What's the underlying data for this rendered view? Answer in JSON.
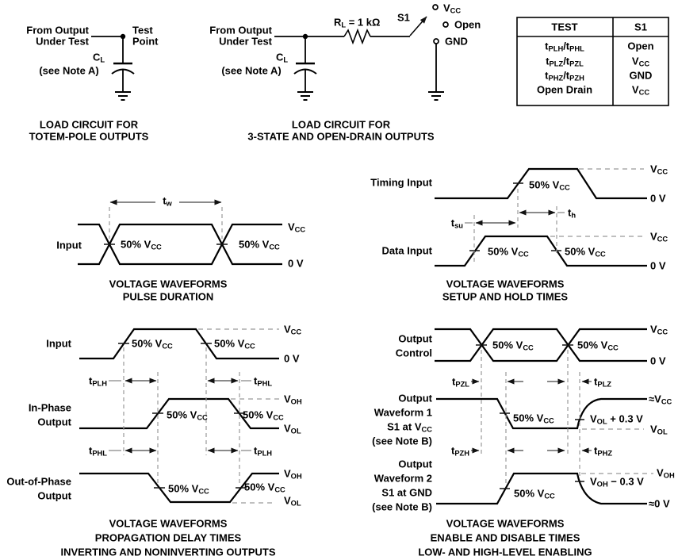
{
  "load_circuit_totem": {
    "source": [
      "From Output",
      "Under Test"
    ],
    "test_point": [
      "Test",
      "Point"
    ],
    "cap": "C_{L}",
    "cap_note": "(see Note A)",
    "caption": [
      "LOAD CIRCUIT FOR",
      "TOTEM-POLE OUTPUTS"
    ]
  },
  "load_circuit_3state": {
    "source": [
      "From Output",
      "Under Test"
    ],
    "cap": "C_{L}",
    "cap_note": "(see Note A)",
    "resistor": "R_{L} = 1 kΩ",
    "switch": "S1",
    "positions": [
      "V_{CC}",
      "Open",
      "GND"
    ],
    "caption": [
      "LOAD CIRCUIT FOR",
      "3-STATE AND OPEN-DRAIN OUTPUTS"
    ]
  },
  "s1_table": {
    "headers": [
      "TEST",
      "S1"
    ],
    "rows": [
      {
        "test": "t_{PLH}/t_{PHL}",
        "s1": "Open"
      },
      {
        "test": "t_{PLZ}/t_{PZL}",
        "s1": "V_{CC}"
      },
      {
        "test": "t_{PHZ}/t_{PZH}",
        "s1": "GND"
      },
      {
        "test": "Open Drain",
        "s1": "V_{CC}"
      }
    ]
  },
  "pulse_duration": {
    "input": "Input",
    "tw": "t_{w}",
    "fifty": [
      "50% V_{CC}",
      "50% V_{CC}"
    ],
    "vcc": "V_{CC}",
    "zero_v": "0 V",
    "caption": [
      "VOLTAGE WAVEFORMS",
      "PULSE DURATION"
    ]
  },
  "setup_hold": {
    "timing_input": "Timing Input",
    "data_input": "Data Input",
    "tsu": "t_{su}",
    "th": "t_{h}",
    "timing_fifty": "50% V_{CC}",
    "data_fifty": [
      "50% V_{CC}",
      "50% V_{CC}"
    ],
    "timing_vcc": "V_{CC}",
    "timing_zero": "0 V",
    "data_vcc": "V_{CC}",
    "data_zero": "0 V",
    "caption": [
      "VOLTAGE WAVEFORMS",
      "SETUP AND HOLD TIMES"
    ]
  },
  "prop_delay": {
    "input": "Input",
    "in_phase": [
      "In-Phase",
      "Output"
    ],
    "out_phase": [
      "Out-of-Phase",
      "Output"
    ],
    "row1": {
      "left": "t_{PLH}",
      "right": "t_{PHL}"
    },
    "row2": {
      "left": "t_{PHL}",
      "right": "t_{PLH}"
    },
    "input_fifty": [
      "50% V_{CC}",
      "50% V_{CC}"
    ],
    "in_phase_fifty": [
      "50% V_{CC}",
      "50% V_{CC}"
    ],
    "out_phase_fifty": [
      "50% V_{CC}",
      "50% V_{CC}"
    ],
    "input_vcc": "V_{CC}",
    "input_zero": "0 V",
    "voh1": "V_{OH}",
    "vol1": "V_{OL}",
    "voh2": "V_{OH}",
    "vol2": "V_{OL}",
    "caption": [
      "VOLTAGE WAVEFORMS",
      "PROPAGATION DELAY TIMES",
      "INVERTING AND NONINVERTING OUTPUTS"
    ]
  },
  "enable_disable": {
    "control": [
      "Output",
      "Control"
    ],
    "wave1": [
      "Output",
      "Waveform 1",
      "S1 at V_{CC}",
      "(see Note B)"
    ],
    "wave2": [
      "Output",
      "Waveform 2",
      "S1 at GND",
      "(see Note B)"
    ],
    "row1": {
      "left": "t_{PZL}",
      "right": "t_{PLZ}"
    },
    "row2": {
      "left": "t_{PZH}",
      "right": "t_{PHZ}"
    },
    "control_fifty": [
      "50% V_{CC}",
      "50% V_{CC}"
    ],
    "wave1_fifty": "50% V_{CC}",
    "wave2_fifty": "50% V_{CC}",
    "control_vcc": "V_{CC}",
    "control_zero": "0 V",
    "approx_vcc": "≈V_{CC}",
    "vol_plus": "V_{OL} + 0.3 V",
    "vol": "V_{OL}",
    "voh": "V_{OH}",
    "voh_minus": "V_{OH} − 0.3 V",
    "approx_zero": "≈0 V",
    "caption": [
      "VOLTAGE WAVEFORMS",
      "ENABLE AND DISABLE TIMES",
      "LOW- AND HIGH-LEVEL ENABLING"
    ]
  }
}
